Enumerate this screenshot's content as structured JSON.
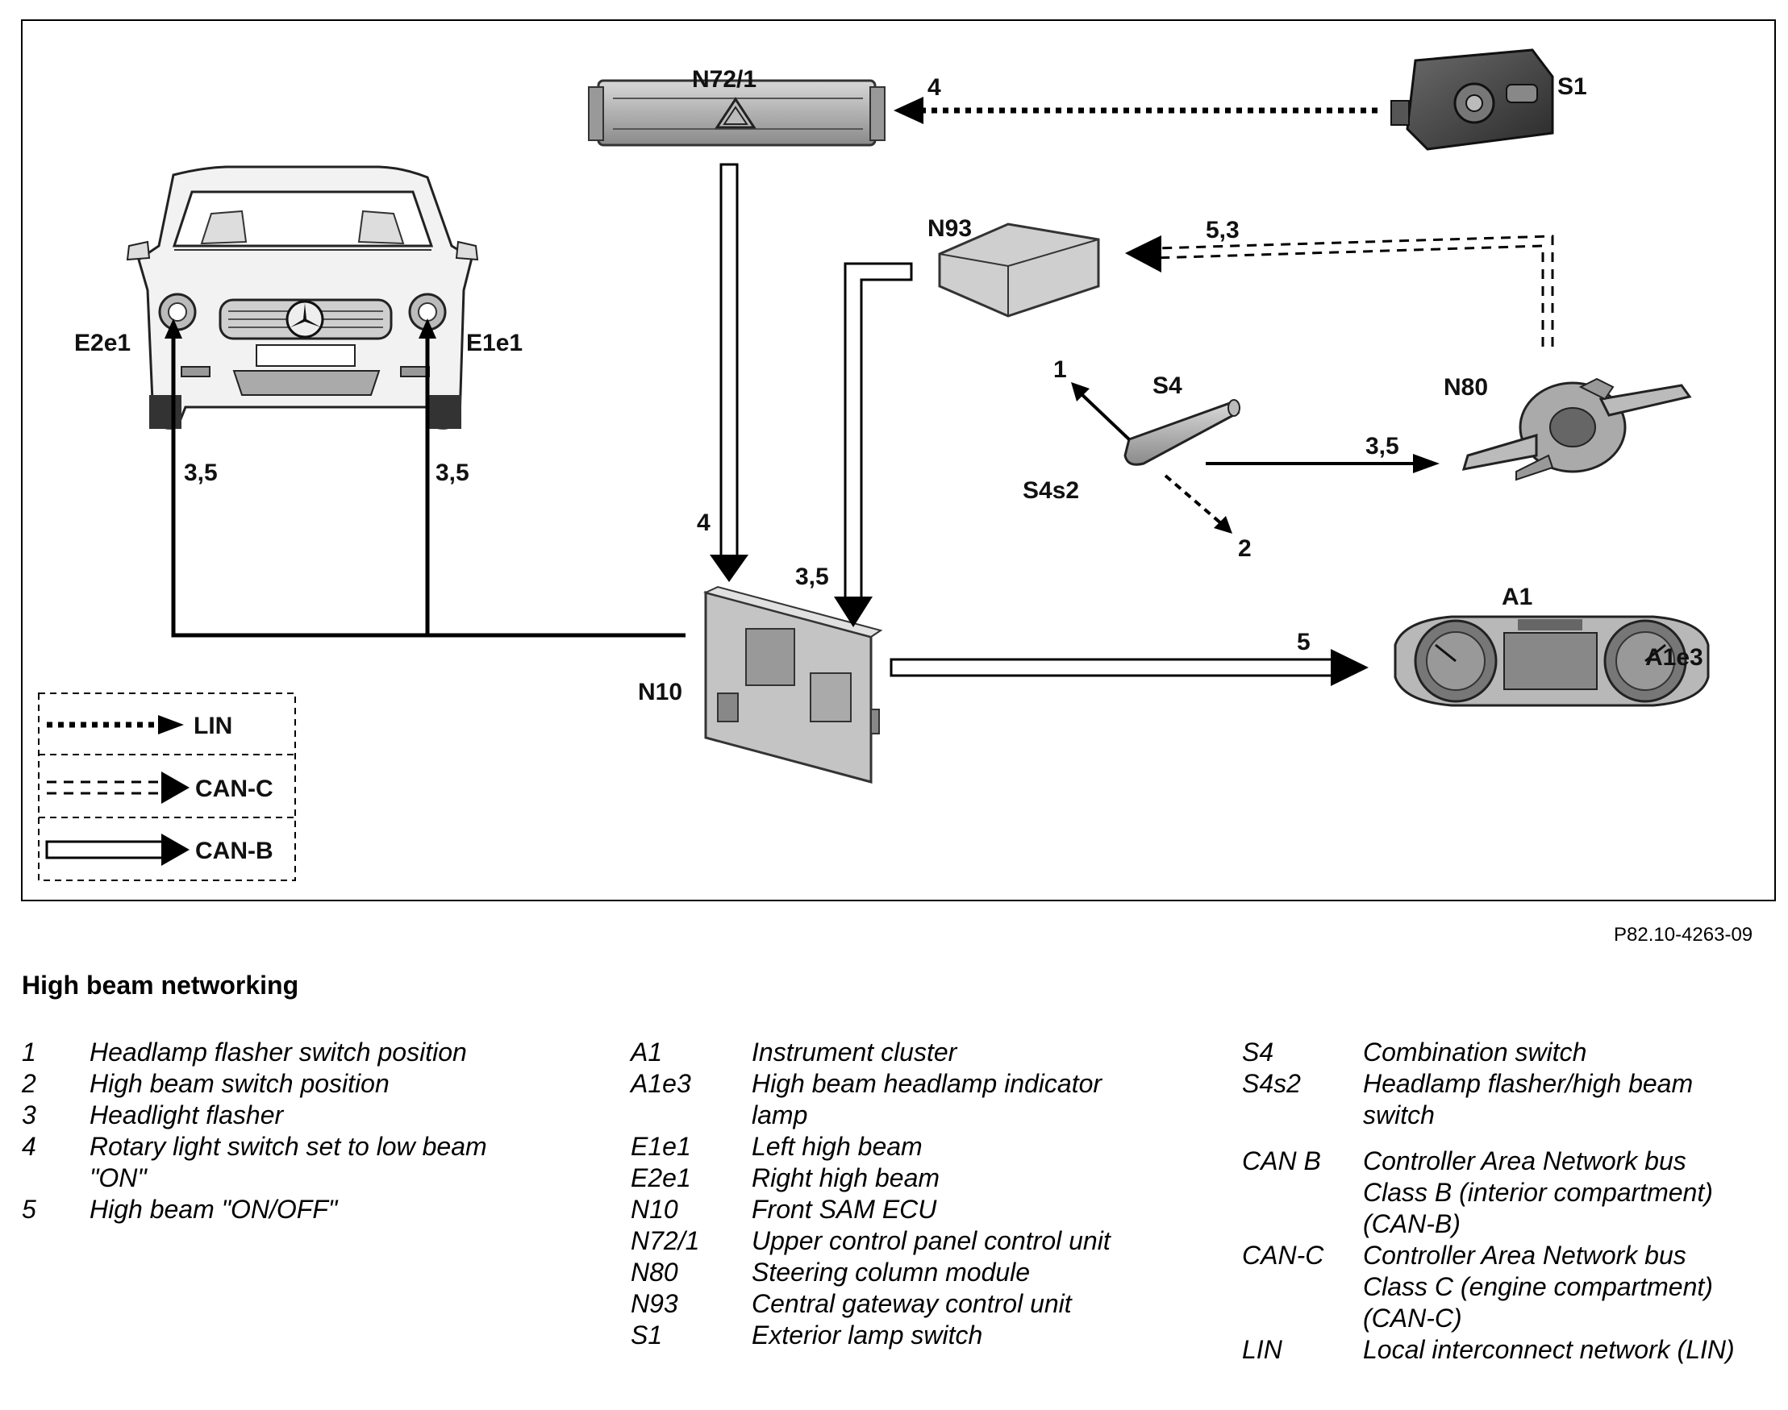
{
  "diagram": {
    "components": {
      "n72_1": "N72/1",
      "s1": "S1",
      "n93": "N93",
      "n80": "N80",
      "s4": "S4",
      "s4s2": "S4s2",
      "n10": "N10",
      "a1": "A1",
      "a1e3": "A1e3",
      "e2e1": "E2e1",
      "e1e1": "E1e1"
    },
    "arrow_labels": {
      "s1_to_n72": "4",
      "n80_to_n93": "5,3",
      "n72_to_n10": "4",
      "n93_to_n10": "3,5",
      "s4_to_n80": "3,5",
      "n10_to_a1": "5",
      "n10_to_e2e1": "3,5",
      "n10_to_e1e1": "3,5",
      "s4_pos1": "1",
      "s4_pos2": "2"
    },
    "bus_legend": {
      "lin": "LIN",
      "can_c": "CAN-C",
      "can_b": "CAN-B"
    }
  },
  "reference": "P82.10-4263-09",
  "title": "High beam networking",
  "legend": {
    "col1": [
      {
        "code": "1",
        "desc": "Headlamp flasher switch position"
      },
      {
        "code": "2",
        "desc": "High beam switch position"
      },
      {
        "code": "3",
        "desc": "Headlight flasher"
      },
      {
        "code": "4",
        "desc": "Rotary light switch set to low beam \"ON\""
      },
      {
        "code": "5",
        "desc": "High beam \"ON/OFF\""
      }
    ],
    "col2": [
      {
        "code": "A1",
        "desc": "Instrument cluster"
      },
      {
        "code": "A1e3",
        "desc": "High beam headlamp indicator lamp"
      },
      {
        "code": "E1e1",
        "desc": "Left high beam"
      },
      {
        "code": "E2e1",
        "desc": "Right high beam"
      },
      {
        "code": "N10",
        "desc": "Front SAM ECU"
      },
      {
        "code": "N72/1",
        "desc": "Upper control panel control unit"
      },
      {
        "code": "N80",
        "desc": "Steering column module"
      },
      {
        "code": "N93",
        "desc": "Central gateway control unit"
      },
      {
        "code": "S1",
        "desc": "Exterior lamp switch"
      }
    ],
    "col3": [
      {
        "code": "S4",
        "desc": "Combination switch"
      },
      {
        "code": "S4s2",
        "desc": "Headlamp flasher/high beam switch"
      },
      {
        "code": "CAN B",
        "desc": "Controller Area Network bus Class B (interior compartment) (CAN-B)"
      },
      {
        "code": "CAN-C",
        "desc": "Controller Area Network bus Class C (engine compartment) (CAN-C)"
      },
      {
        "code": "LIN",
        "desc": "Local interconnect network (LIN)"
      }
    ]
  }
}
